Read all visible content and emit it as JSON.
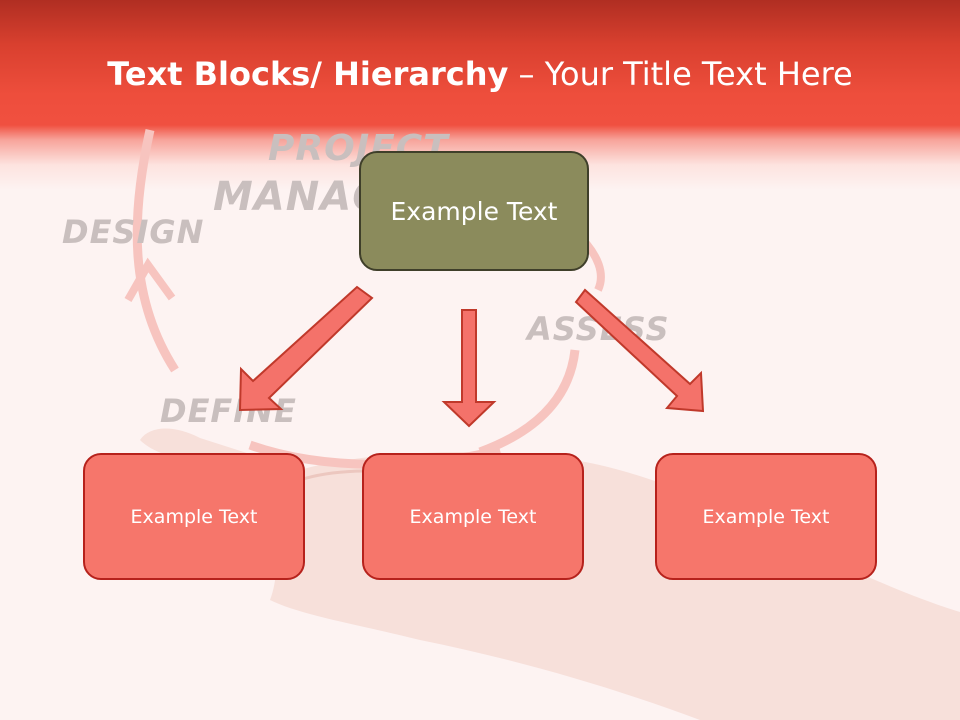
{
  "slide": {
    "title_bold": "Text Blocks/ Hierarchy",
    "title_rest": " – Your Title Text Here"
  },
  "background_words": {
    "project": "PROJECT",
    "management": "MANAGEMENT",
    "design": "DESIGN",
    "assess": "ASSESS",
    "define": "DEFINE"
  },
  "hierarchy": {
    "top": "Example Text",
    "children": [
      "Example Text",
      "Example Text",
      "Example Text"
    ]
  },
  "colors": {
    "header_red": "#f05040",
    "top_box": "#8b8b5c",
    "child_box": "#f6766b",
    "arrow_fill": "#f4726a",
    "arrow_stroke": "#c0392b"
  }
}
